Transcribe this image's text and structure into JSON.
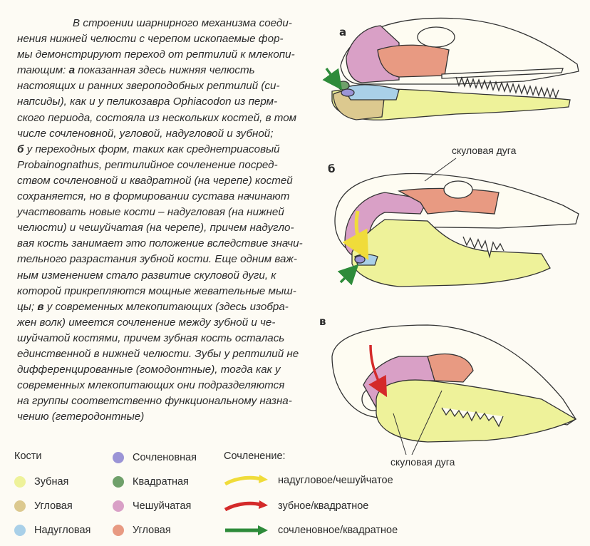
{
  "caption": {
    "lines": [
      "В строении шарнирного механизма соеди-",
      "нения нижней челюсти с черепом ископаемые фор-",
      "мы демонстрируют переход от рептилий к млекопи-",
      "тающим: ",
      "а",
      " показанная здесь нижняя челюсть",
      "настоящих и ранних звероподобных рептилий (си-",
      "напсиды), как и у пеликозавра Ophiacodon из перм-",
      "ского периода, состояла из нескольких костей, в том",
      "числе сочленовной, угловой, надугловой и зубной;",
      "б",
      " у переходных форм, таких как среднетриасовый",
      "Probainognathus, рептилийное сочленение посред-",
      "ством сочленовной и квадратной (на черепе) костей",
      "сохраняется, но в формировании сустава начинают",
      "участвовать новые кости – надугловая (на нижней",
      "челюсти) и чешуйчатая (на черепе), причем надугло-",
      "вая кость занимает это положение вследствие значи-",
      "тельного разрастания зубной кости. Еще одним важ-",
      "ным изменением стало развитие скуловой дуги, к",
      "которой прикрепляются мощные жевательные мыш-",
      "цы; ",
      "в",
      " у современных млекопитающих (здесь изобра-",
      "жен волк) имеется сочленение между зубной и че-",
      "шуйчатой костями, причем зубная кость осталась",
      "единственной в нижней челюсти. Зубы у рептилий не",
      "дифференцированные (гомодонтные), тогда как у",
      "современных млекопитающих они подразделяются",
      "на группы соответственно функциональному назна-",
      "чению (гетеродонтные)"
    ]
  },
  "figures": {
    "a": "а",
    "b": "б",
    "v": "в"
  },
  "callouts": {
    "zygomatic_top": "скуловая дуга",
    "zygomatic_bottom": "скуловая дуга"
  },
  "legend": {
    "bones_title": "Кости",
    "bones": [
      {
        "label": "Зубная",
        "color": "#eef29a"
      },
      {
        "label": "Угловая",
        "color": "#dcc98f"
      },
      {
        "label": "Надугловая",
        "color": "#a9d0e8"
      },
      {
        "label": "Сочленовная",
        "color": "#9b94d6"
      },
      {
        "label": "Квадратная",
        "color": "#6fa06a"
      },
      {
        "label": "Чешуйчатая",
        "color": "#d9a0c6"
      },
      {
        "label": "Угловая",
        "color": "#e89a82"
      }
    ],
    "joint_title": "Сочленение:",
    "joints": [
      {
        "label": "надугловое/чешуйчатое",
        "color": "#f0dc3a"
      },
      {
        "label": "зубное/квадратное",
        "color": "#d42a2a"
      },
      {
        "label": "сочленовное/квадратное",
        "color": "#2e8b3a"
      }
    ]
  }
}
